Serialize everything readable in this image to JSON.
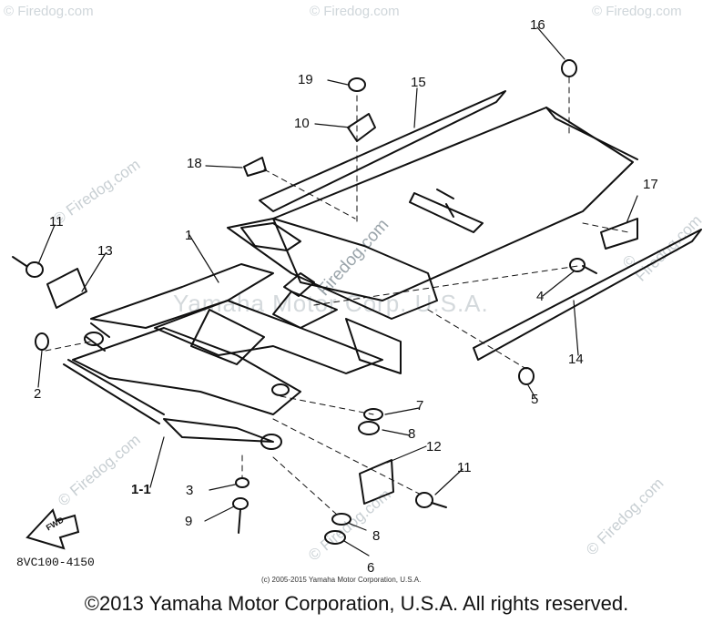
{
  "watermarks": {
    "corner": "© Firedog.com",
    "diagonal": "© Firedog.com",
    "center": "Firedog.com",
    "yamaha": "Yamaha Motor Corp. U.S.A."
  },
  "callouts": {
    "c1": "1",
    "c1_1": "1-1",
    "c2": "2",
    "c3": "3",
    "c4": "4",
    "c5": "5",
    "c6": "6",
    "c7": "7",
    "c8a": "8",
    "c8b": "8",
    "c9": "9",
    "c10": "10",
    "c11a": "11",
    "c11b": "11",
    "c12": "12",
    "c13": "13",
    "c14": "14",
    "c15": "15",
    "c16": "16",
    "c17": "17",
    "c18": "18",
    "c19": "19"
  },
  "fwd_label": "FWD",
  "diagram_code": "8VC100-4150",
  "small_copyright": "(c) 2005-2015 Yamaha Motor Corporation, U.S.A.",
  "footer": "©2013 Yamaha Motor Corporation, U.S.A. All rights reserved."
}
